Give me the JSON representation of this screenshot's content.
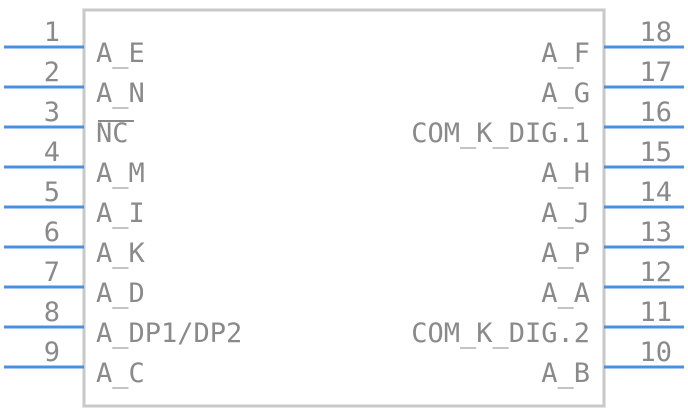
{
  "component": {
    "body_color": "#c8c8c8",
    "pin_color": "#4a90e2",
    "text_color": "#8a8a8a"
  },
  "left_pins": [
    {
      "number": "1",
      "name": "A_E"
    },
    {
      "number": "2",
      "name": "A_N"
    },
    {
      "number": "3",
      "name": "NC"
    },
    {
      "number": "4",
      "name": "A_M"
    },
    {
      "number": "5",
      "name": "A_I"
    },
    {
      "number": "6",
      "name": "A_K"
    },
    {
      "number": "7",
      "name": "A_D"
    },
    {
      "number": "8",
      "name": "A_DP1/DP2"
    },
    {
      "number": "9",
      "name": "A_C"
    }
  ],
  "right_pins": [
    {
      "number": "18",
      "name": "A_F"
    },
    {
      "number": "17",
      "name": "A_G"
    },
    {
      "number": "16",
      "name": "COM_K_DIG.1"
    },
    {
      "number": "15",
      "name": "A_H"
    },
    {
      "number": "14",
      "name": "A_J"
    },
    {
      "number": "13",
      "name": "A_P"
    },
    {
      "number": "12",
      "name": "A_A"
    },
    {
      "number": "11",
      "name": "COM_K_DIG.2"
    },
    {
      "number": "10",
      "name": "A_B"
    }
  ]
}
